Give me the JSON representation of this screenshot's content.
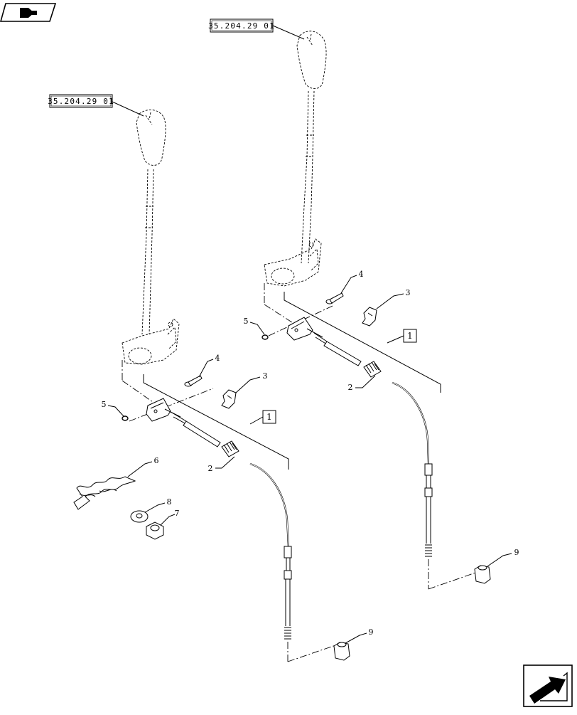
{
  "nav": {
    "top_left_icon": "book-arrow-icon",
    "bottom_right_icon": "exit-arrow-icon"
  },
  "refs": {
    "left_handle_ref": "35.204.29 01",
    "right_handle_ref": "35.204.29 01"
  },
  "left_assembly": {
    "group_label": "1",
    "items": {
      "cable": "2",
      "clip": "3",
      "pin": "4",
      "ring": "5",
      "bracket": "6",
      "washer": "8",
      "nut": "7",
      "end_nut": "9"
    }
  },
  "right_assembly": {
    "group_label": "1",
    "items": {
      "cable": "2",
      "clip": "3",
      "pin": "4",
      "ring": "5",
      "end_nut": "9"
    }
  }
}
